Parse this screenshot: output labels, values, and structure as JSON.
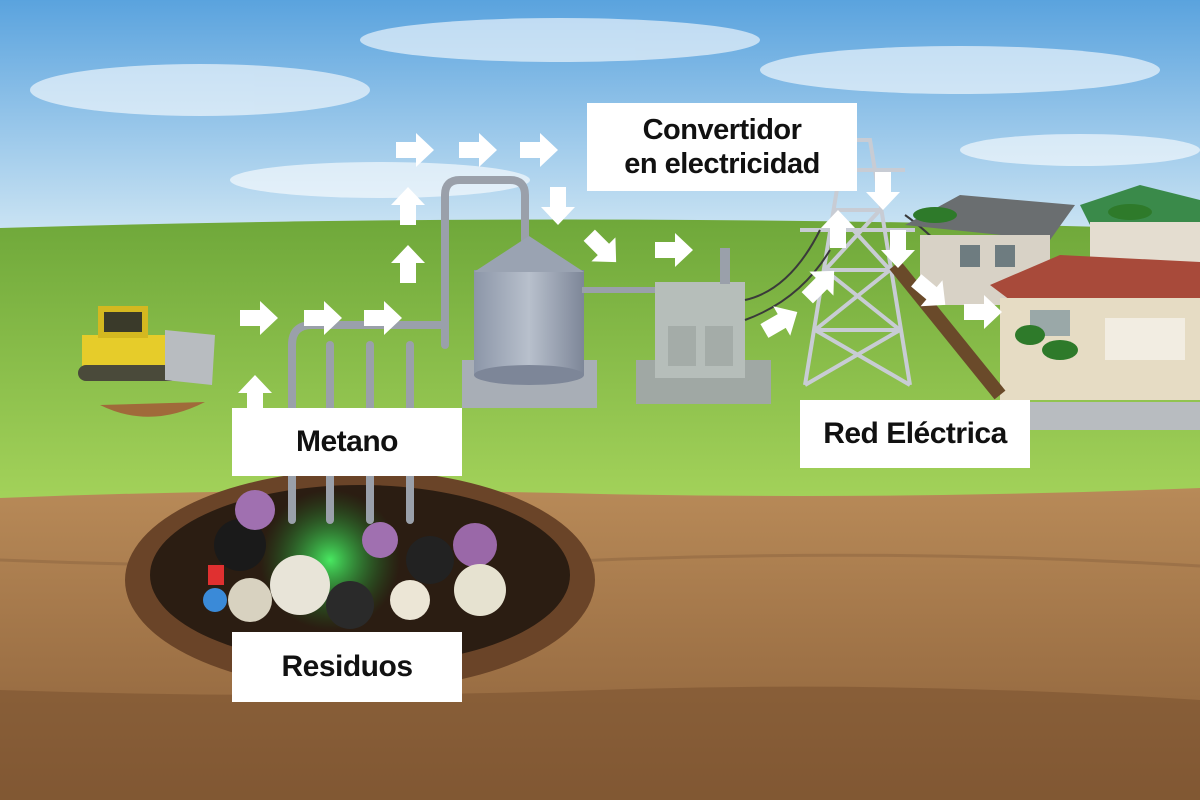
{
  "labels": {
    "metano": "Metano",
    "residuos": "Residuos",
    "red_electrica": "Red Eléctrica",
    "convertidor_line1": "Convertidor",
    "convertidor_line2": "en electricidad"
  },
  "colors": {
    "sky": "#8ec2e6",
    "grass": "#8cc44a",
    "soil": "#a8784a",
    "arrow": "#ffffff",
    "label_bg": "#ffffff",
    "label_text": "#111111"
  },
  "flow": [
    "Residuos",
    "Metano",
    "Convertidor en electricidad",
    "Red Eléctrica"
  ]
}
